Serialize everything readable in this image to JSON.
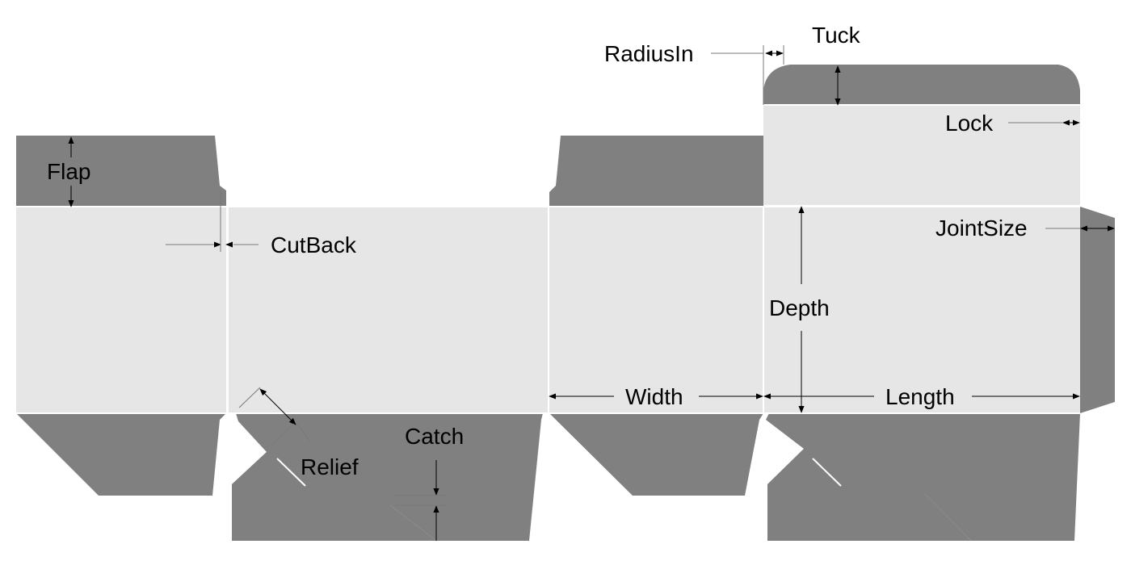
{
  "colors": {
    "panel": "#e6e6e6",
    "flap": "#808080",
    "score": "#ffffff",
    "dimension": "#000000"
  },
  "labels": {
    "radius_in": "RadiusIn",
    "tuck": "Tuck",
    "lock": "Lock",
    "flap": "Flap",
    "cut_back": "CutBack",
    "joint_size": "JointSize",
    "depth": "Depth",
    "width": "Width",
    "length": "Length",
    "catch": "Catch",
    "relief": "Relief"
  }
}
